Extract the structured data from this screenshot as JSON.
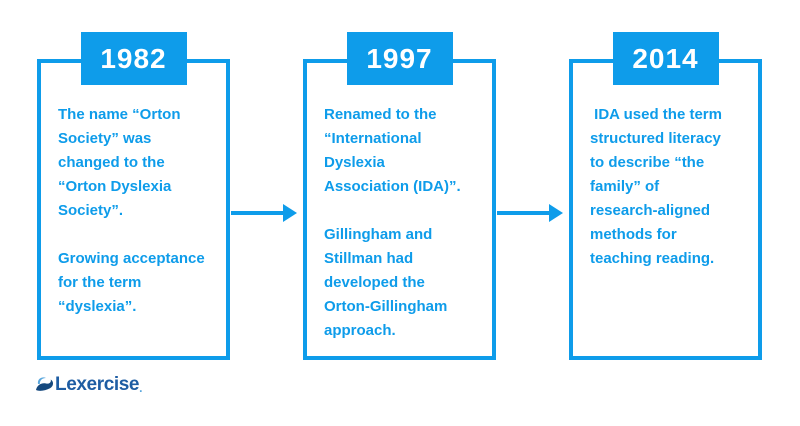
{
  "colors": {
    "background": "#ffffff",
    "accent": "#0E9CEA",
    "year_text": "#ffffff",
    "logo_navy": "#1E5DA3",
    "logo_dark": "#16497E",
    "logo_light": "#5AA7DD"
  },
  "timeline": {
    "items": [
      {
        "year": "1982",
        "paragraphs": [
          "The name “Orton\nSociety” was\nchanged to the\n“Orton Dyslexia\nSociety”.",
          "Growing acceptance\nfor the term\n“dyslexia”."
        ]
      },
      {
        "year": "1997",
        "paragraphs": [
          "Renamed to the\n“International\nDyslexia\nAssociation (IDA)”.",
          "Gillingham and\nStillman had\ndeveloped the\nOrton-Gillingham\napproach."
        ]
      },
      {
        "year": "2014",
        "paragraphs": [
          " IDA used the term\nstructured literacy\nto describe “the\nfamily” of\nresearch-aligned\nmethods for\nteaching reading."
        ]
      }
    ]
  },
  "logo": {
    "text": "Lexercise",
    "dot": "."
  }
}
